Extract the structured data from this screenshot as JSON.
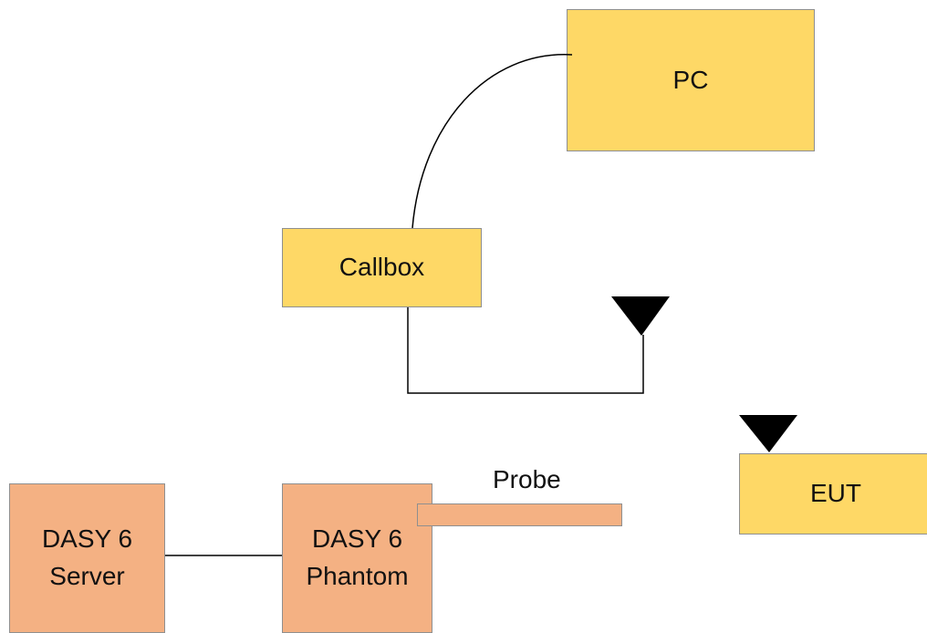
{
  "diagram": {
    "nodes": {
      "pc": {
        "label": "PC"
      },
      "callbox": {
        "label": "Callbox"
      },
      "eut": {
        "label": "EUT"
      },
      "dasy_server": {
        "label": "DASY 6\nServer"
      },
      "dasy_phantom": {
        "label": "DASY 6\nPhantom"
      },
      "probe": {
        "label": "Probe"
      }
    },
    "edges": [
      {
        "from": "PC",
        "to": "Callbox",
        "style": "curve"
      },
      {
        "from": "Callbox",
        "to": "antenna",
        "style": "orthogonal"
      },
      {
        "from": "DASY 6 Server",
        "to": "DASY 6 Phantom",
        "style": "straight"
      }
    ],
    "colors": {
      "equipment_fill": "#fed866",
      "dasy_fill": "#f4b183",
      "line": "#000000",
      "antenna": "#000000"
    },
    "icons": [
      "antenna-icon",
      "antenna-icon"
    ]
  }
}
